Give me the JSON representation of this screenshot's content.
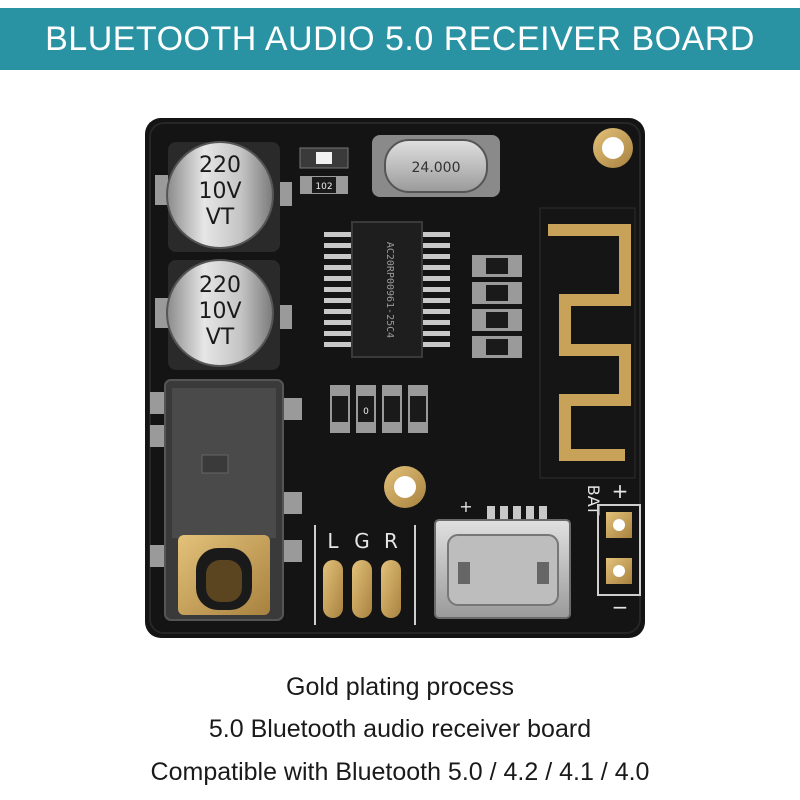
{
  "banner": {
    "title": "BLUETOOTH AUDIO 5.0 RECEIVER BOARD",
    "background_color": "#2a93a3"
  },
  "board": {
    "capacitor_top": {
      "line1": "220",
      "line2": "10V",
      "line3": "VT"
    },
    "capacitor_bottom": {
      "line1": "220",
      "line2": "10V",
      "line3": "VT"
    },
    "crystal_label": "24.000",
    "resistor_label": "102",
    "chip_marking": "AC20RP00961-25C4",
    "small_resistor_label": "0",
    "audio_pads": {
      "left": "L",
      "ground": "G",
      "right": "R"
    },
    "battery": {
      "label": "BAT",
      "plus": "+",
      "minus": "−"
    },
    "usb_plus": "+",
    "board_color": "#141414",
    "gold_color": "#c9a25a"
  },
  "captions": [
    "Gold plating process",
    "5.0 Bluetooth audio receiver board",
    "Compatible with Bluetooth 5.0 / 4.2 / 4.1 / 4.0"
  ]
}
